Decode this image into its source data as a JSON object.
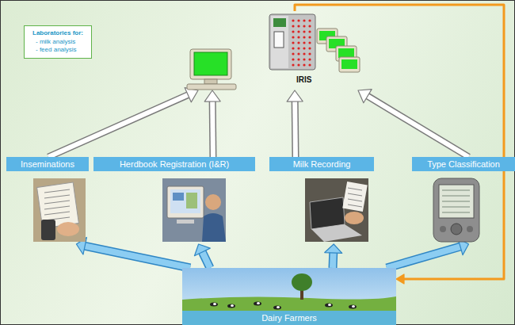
{
  "diagram": {
    "nodes": [
      {
        "text": [
          "Laboratories for:",
          "- milk analysis",
          "- feed analysis"
        ]
      },
      {
        "text": [
          "IRIS"
        ]
      },
      {
        "text": [
          "Inseminations"
        ]
      },
      {
        "text": [
          "Herdbook Registration (I&R)"
        ]
      },
      {
        "text": [
          "Milk Recording"
        ]
      },
      {
        "text": [
          "Type Classification"
        ]
      },
      {
        "text": [
          "Dairy Farmers"
        ]
      }
    ],
    "edges": [
      {
        "from": 2,
        "to": 1,
        "arrow": "to"
      },
      {
        "from": 3,
        "to": 1,
        "arrow": "to"
      },
      {
        "from": 4,
        "to": 1,
        "arrow": "to"
      },
      {
        "from": 5,
        "to": 1,
        "arrow": "to"
      },
      {
        "from": 6,
        "to": 2,
        "arrow": "to"
      },
      {
        "from": 6,
        "to": 3,
        "arrow": "to"
      },
      {
        "from": 6,
        "to": 4,
        "arrow": "to"
      },
      {
        "from": 6,
        "to": 5,
        "arrow": "to"
      },
      {
        "from": 1,
        "to": 6,
        "arrow": "to"
      }
    ]
  }
}
